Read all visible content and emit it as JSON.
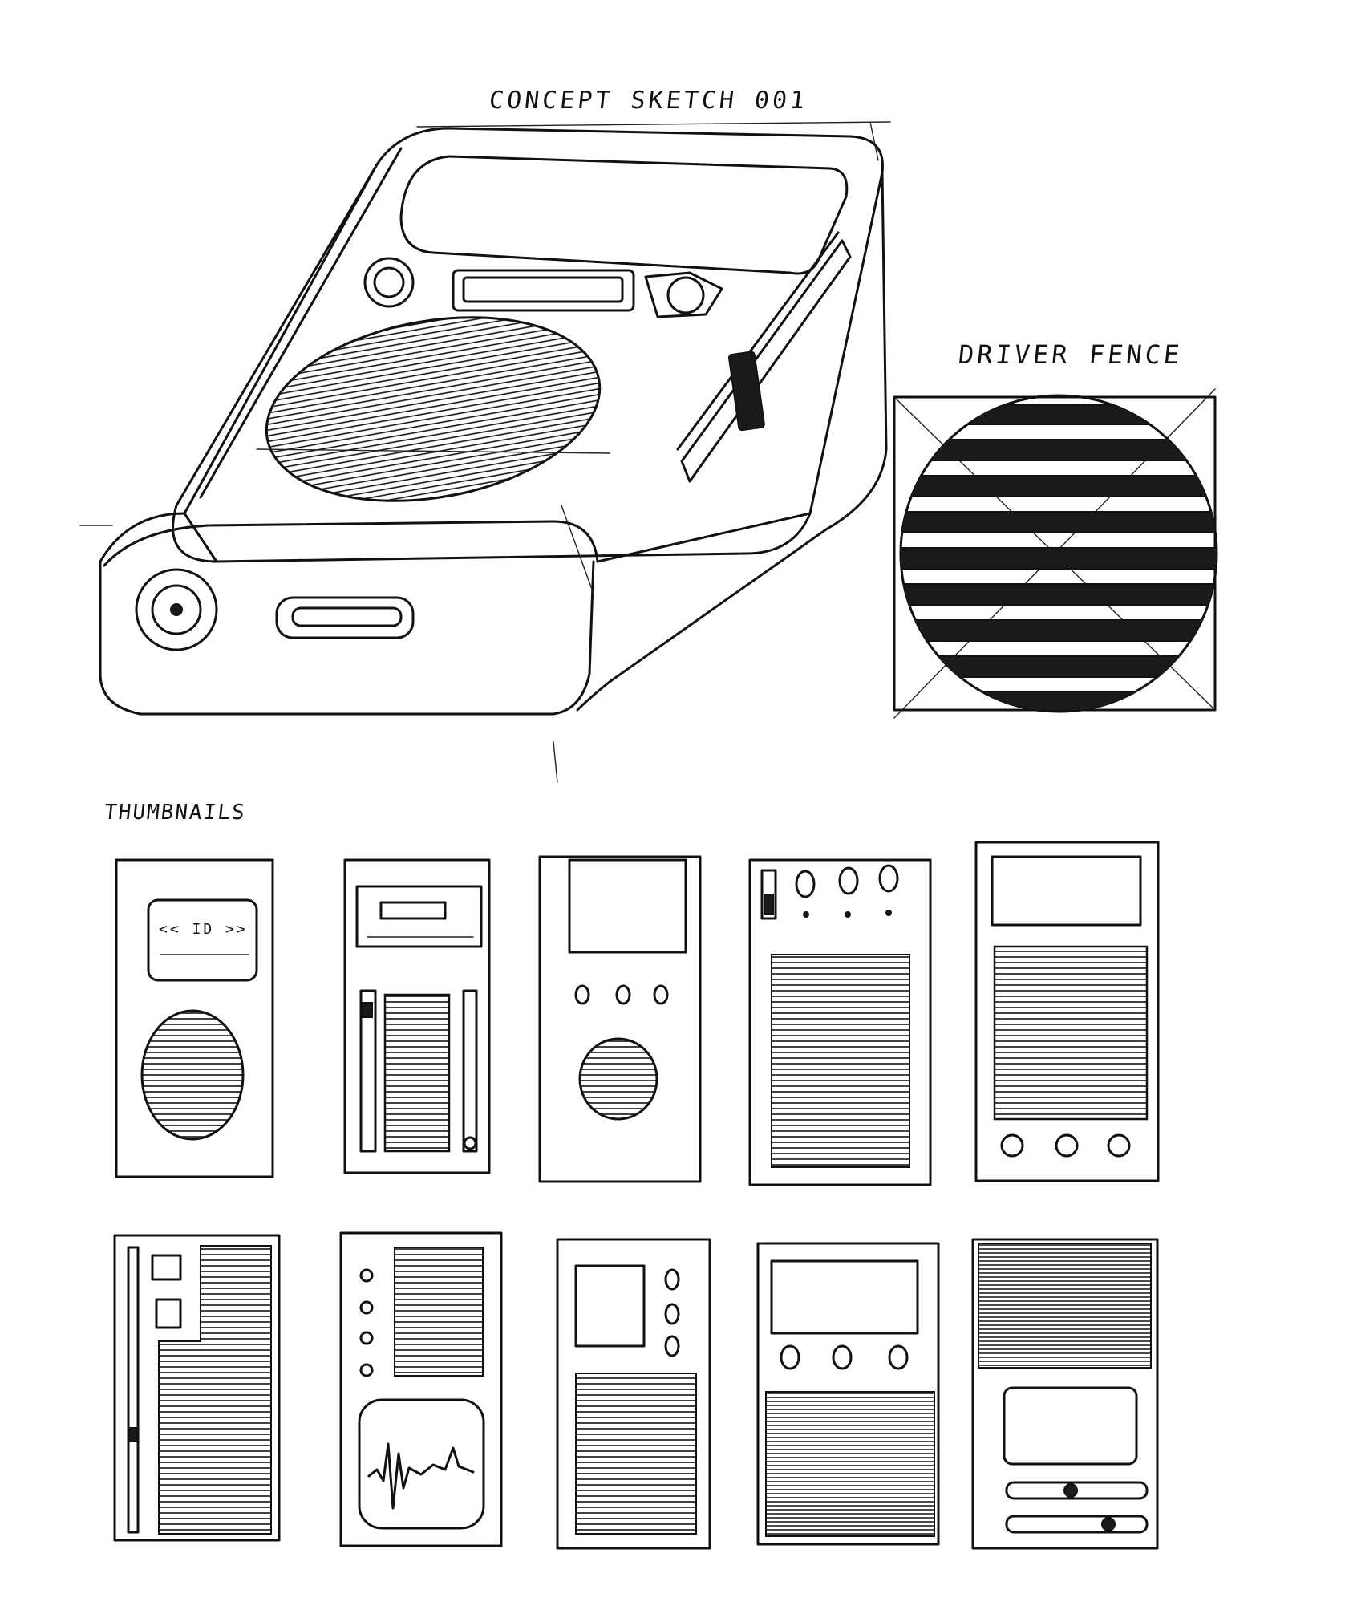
{
  "labels": {
    "concept_title": "CONCEPT SKETCH 001",
    "driver_title": "DRIVER FENCE",
    "thumbnails_title": "THUMBNAILS",
    "transport_text": "<< ID >>"
  },
  "thumbnails": [
    {
      "row": 1,
      "index": 1,
      "layout": "screen-top-round-speaker"
    },
    {
      "row": 1,
      "index": 2,
      "layout": "tape-window-slider-grille"
    },
    {
      "row": 1,
      "index": 3,
      "layout": "screen-three-knobs-round-speaker"
    },
    {
      "row": 1,
      "index": 4,
      "layout": "meter-three-knobs-full-grille"
    },
    {
      "row": 1,
      "index": 5,
      "layout": "screen-grille-three-knobs"
    },
    {
      "row": 2,
      "index": 1,
      "layout": "side-slider-pads-grille"
    },
    {
      "row": 2,
      "index": 2,
      "layout": "buttons-grille-waveform-scope"
    },
    {
      "row": 2,
      "index": 3,
      "layout": "screen-side-buttons-grille"
    },
    {
      "row": 2,
      "index": 4,
      "layout": "screen-three-knobs-dense-grille"
    },
    {
      "row": 2,
      "index": 5,
      "layout": "grille-screen-two-faders"
    }
  ],
  "colors": {
    "ink": "#111111",
    "paper": "#ffffff"
  }
}
